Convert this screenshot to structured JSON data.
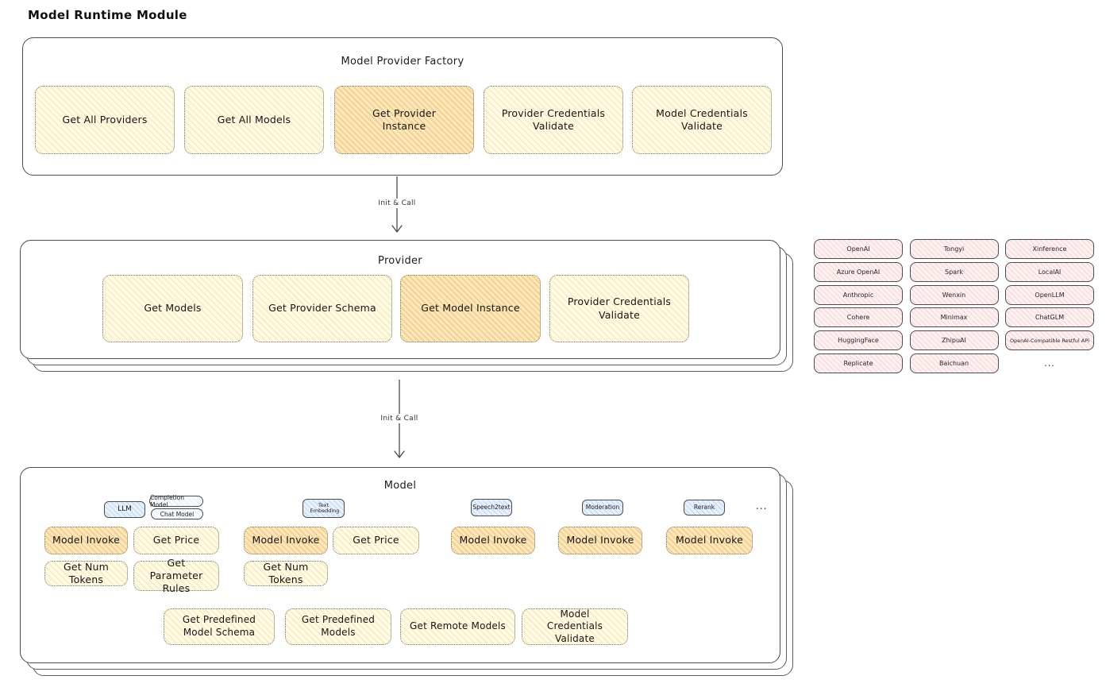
{
  "page_title": "Model Runtime Module",
  "colors": {
    "function_fill": "#FFFAE4",
    "highlight_fill": "#FAE7BC",
    "provider_cell_fill": "#FCF1F0",
    "model_type_fill": "#E7F1FB",
    "stroke": "#4B4B52"
  },
  "factory": {
    "title": "Model Provider Factory",
    "items": [
      {
        "label": "Get All Providers",
        "highlight": false
      },
      {
        "label": "Get All Models",
        "highlight": false
      },
      {
        "label": "Get Provider Instance",
        "highlight": true
      },
      {
        "label": "Provider Credentials Validate",
        "highlight": false
      },
      {
        "label": "Model Credentials Validate",
        "highlight": false
      }
    ]
  },
  "edges": [
    {
      "label": "Init & Call"
    },
    {
      "label": "Init & Call"
    }
  ],
  "provider": {
    "title": "Provider",
    "items": [
      {
        "label": "Get Models",
        "highlight": false
      },
      {
        "label": "Get Provider Schema",
        "highlight": false
      },
      {
        "label": "Get Model Instance",
        "highlight": true
      },
      {
        "label": "Provider Credentials Validate",
        "highlight": false
      }
    ]
  },
  "providers_grid": {
    "rows": [
      [
        "OpenAI",
        "Tongyi",
        "Xinference"
      ],
      [
        "Azure OpenAI",
        "Spark",
        "LocalAI"
      ],
      [
        "Anthropic",
        "Wenxin",
        "OpenLLM"
      ],
      [
        "Cohere",
        "Minimax",
        "ChatGLM"
      ],
      [
        "HuggingFace",
        "ZhipuAI",
        "OpenAI-Compatible Restful API"
      ],
      [
        "Replicate",
        "Baichuan",
        "..."
      ]
    ]
  },
  "model": {
    "title": "Model",
    "groups": [
      {
        "tab": "LLM",
        "subtabs": [
          "Completion Model",
          "Chat Model"
        ],
        "functions": [
          "Model Invoke",
          "Get Price",
          "Get Num Tokens",
          "Get Parameter Rules"
        ]
      },
      {
        "tab": "Text Embedding",
        "functions": [
          "Model Invoke",
          "Get Price",
          "Get Num Tokens"
        ]
      },
      {
        "tab": "Speech2text",
        "functions": [
          "Model Invoke"
        ]
      },
      {
        "tab": "Moderation",
        "functions": [
          "Model Invoke"
        ]
      },
      {
        "tab": "Rerank",
        "functions": [
          "Model Invoke"
        ]
      }
    ],
    "more": "...",
    "shared_functions": [
      "Get Predefined Model Schema",
      "Get Predefined Models",
      "Get Remote Models",
      "Model Credentials Validate"
    ]
  }
}
